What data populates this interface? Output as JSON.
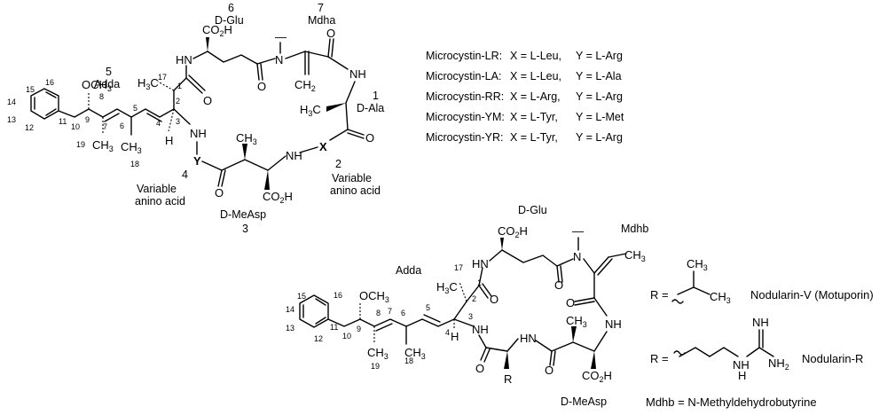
{
  "microcystin": {
    "unit6": {
      "number": "6",
      "name": "D-Glu"
    },
    "unit7": {
      "number": "7",
      "name": "Mdha"
    },
    "unit5": {
      "number": "5",
      "name": "Adda"
    },
    "unit1": {
      "number": "1",
      "name": "D-Ala"
    },
    "unit2": {
      "number": "2",
      "line1": "Variable",
      "line2": "anino acid"
    },
    "unit3": {
      "name": "D-MeAsp",
      "number": "3"
    },
    "unit4": {
      "number": "4",
      "line1": "Variable",
      "line2": "anino acid"
    },
    "atoms": {
      "co2h_top": "CO",
      "co2h_bottom": "CO",
      "sub2": "2",
      "h": "H",
      "n_methyl_n": "N",
      "n_methyl_dash": "—",
      "nh": "NH",
      "hn": "HN",
      "n": "N",
      "x": "X",
      "y": "Y",
      "h3c": "H",
      "c": "C",
      "ch2": "CH",
      "och3": "OCH",
      "ch3": "CH",
      "sub3": "3",
      "o": "O"
    },
    "numbers": [
      "15",
      "16",
      "14",
      "13",
      "12",
      "11",
      "10",
      "9",
      "8",
      "7",
      "6",
      "5",
      "4",
      "3",
      "2",
      "1",
      "17",
      "18",
      "19"
    ],
    "variants": [
      {
        "name": "Microcystin-LR:",
        "x": "X = L-Leu,",
        "y": "Y = L-Arg"
      },
      {
        "name": "Microcystin-LA:",
        "x": "X = L-Leu,",
        "y": "Y = L-Ala"
      },
      {
        "name": "Microcystin-RR:",
        "x": "X = L-Arg,",
        "y": "Y = L-Arg"
      },
      {
        "name": "Microcystin-YM:",
        "x": "X = L-Tyr,",
        "y": "Y = L-Met"
      },
      {
        "name": "Microcystin-YR:",
        "x": "X = L-Tyr,",
        "y": "Y = L-Arg"
      }
    ]
  },
  "nodularin": {
    "glu_label": "D-Glu",
    "mdhb_label": "Mdhb",
    "adda_label": "Adda",
    "measp_label": "D-MeAsp",
    "r_label": "R",
    "r_eq": "R =",
    "variant1": "Nodularin-V (Motuporin)",
    "variant2": "Nodularin-R",
    "footnote": "Mdhb = N-Methyldehydrobutyrine",
    "nh2": "NH",
    "guan_h": "H",
    "guan_nh": "NH"
  }
}
